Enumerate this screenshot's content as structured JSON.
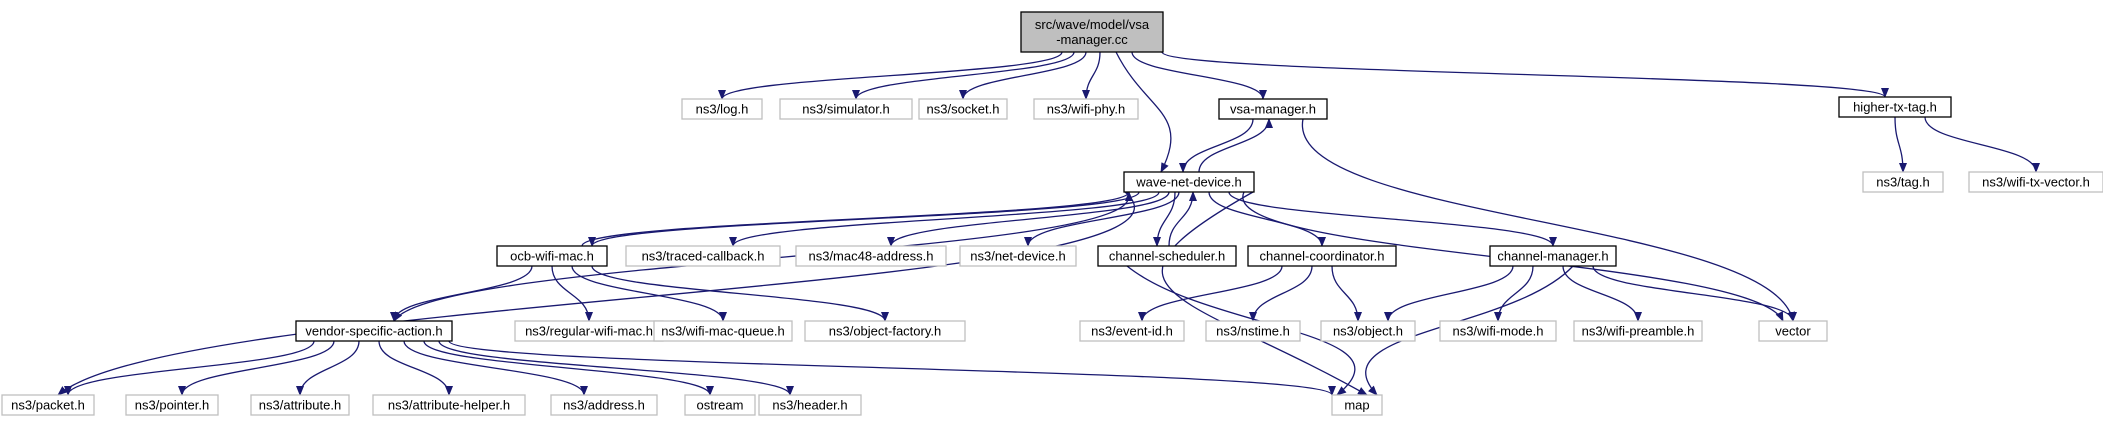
{
  "diagram": {
    "nodes": [
      {
        "id": "root",
        "lines": [
          "src/wave/model/vsa",
          "-manager.cc"
        ],
        "kind": "root"
      },
      {
        "id": "log",
        "lines": [
          "ns3/log.h"
        ],
        "kind": "external"
      },
      {
        "id": "simulator",
        "lines": [
          "ns3/simulator.h"
        ],
        "kind": "external"
      },
      {
        "id": "socket",
        "lines": [
          "ns3/socket.h"
        ],
        "kind": "external"
      },
      {
        "id": "wifiphy",
        "lines": [
          "ns3/wifi-phy.h"
        ],
        "kind": "external"
      },
      {
        "id": "vsamgr",
        "lines": [
          "vsa-manager.h"
        ],
        "kind": "local"
      },
      {
        "id": "highertx",
        "lines": [
          "higher-tx-tag.h"
        ],
        "kind": "local"
      },
      {
        "id": "tag",
        "lines": [
          "ns3/tag.h"
        ],
        "kind": "external"
      },
      {
        "id": "wifitxvec",
        "lines": [
          "ns3/wifi-tx-vector.h"
        ],
        "kind": "external"
      },
      {
        "id": "wavenet",
        "lines": [
          "wave-net-device.h"
        ],
        "kind": "local"
      },
      {
        "id": "ocb",
        "lines": [
          "ocb-wifi-mac.h"
        ],
        "kind": "local"
      },
      {
        "id": "traced",
        "lines": [
          "ns3/traced-callback.h"
        ],
        "kind": "external"
      },
      {
        "id": "mac48",
        "lines": [
          "ns3/mac48-address.h"
        ],
        "kind": "external"
      },
      {
        "id": "netdev",
        "lines": [
          "ns3/net-device.h"
        ],
        "kind": "external"
      },
      {
        "id": "chsched",
        "lines": [
          "channel-scheduler.h"
        ],
        "kind": "local"
      },
      {
        "id": "chcoord",
        "lines": [
          "channel-coordinator.h"
        ],
        "kind": "local"
      },
      {
        "id": "chmgr",
        "lines": [
          "channel-manager.h"
        ],
        "kind": "local"
      },
      {
        "id": "vendor",
        "lines": [
          "vendor-specific-action.h"
        ],
        "kind": "local"
      },
      {
        "id": "regmac",
        "lines": [
          "ns3/regular-wifi-mac.h"
        ],
        "kind": "external"
      },
      {
        "id": "macqueue",
        "lines": [
          "ns3/wifi-mac-queue.h"
        ],
        "kind": "external"
      },
      {
        "id": "objfactory",
        "lines": [
          "ns3/object-factory.h"
        ],
        "kind": "external"
      },
      {
        "id": "eventid",
        "lines": [
          "ns3/event-id.h"
        ],
        "kind": "external"
      },
      {
        "id": "nstime",
        "lines": [
          "ns3/nstime.h"
        ],
        "kind": "external"
      },
      {
        "id": "object",
        "lines": [
          "ns3/object.h"
        ],
        "kind": "external"
      },
      {
        "id": "wifimode",
        "lines": [
          "ns3/wifi-mode.h"
        ],
        "kind": "external"
      },
      {
        "id": "preamble",
        "lines": [
          "ns3/wifi-preamble.h"
        ],
        "kind": "external"
      },
      {
        "id": "vector",
        "lines": [
          "vector"
        ],
        "kind": "external"
      },
      {
        "id": "packet",
        "lines": [
          "ns3/packet.h"
        ],
        "kind": "external"
      },
      {
        "id": "pointer",
        "lines": [
          "ns3/pointer.h"
        ],
        "kind": "external"
      },
      {
        "id": "attribute",
        "lines": [
          "ns3/attribute.h"
        ],
        "kind": "external"
      },
      {
        "id": "attrhelper",
        "lines": [
          "ns3/attribute-helper.h"
        ],
        "kind": "external"
      },
      {
        "id": "address",
        "lines": [
          "ns3/address.h"
        ],
        "kind": "external"
      },
      {
        "id": "ostream",
        "lines": [
          "ostream"
        ],
        "kind": "external"
      },
      {
        "id": "header",
        "lines": [
          "ns3/header.h"
        ],
        "kind": "external"
      },
      {
        "id": "map",
        "lines": [
          "map"
        ],
        "kind": "external"
      }
    ],
    "edges": [
      {
        "from": "root",
        "to": "log"
      },
      {
        "from": "root",
        "to": "simulator"
      },
      {
        "from": "root",
        "to": "socket"
      },
      {
        "from": "root",
        "to": "wifiphy"
      },
      {
        "from": "root",
        "to": "wavenet"
      },
      {
        "from": "root",
        "to": "vsamgr"
      },
      {
        "from": "root",
        "to": "highertx"
      },
      {
        "from": "vsamgr",
        "to": "wavenet"
      },
      {
        "from": "vsamgr",
        "to": "vector"
      },
      {
        "from": "highertx",
        "to": "tag"
      },
      {
        "from": "highertx",
        "to": "wifitxvec"
      },
      {
        "from": "wavenet",
        "to": "vsamgr"
      },
      {
        "from": "wavenet",
        "to": "ocb"
      },
      {
        "from": "wavenet",
        "to": "traced"
      },
      {
        "from": "wavenet",
        "to": "mac48"
      },
      {
        "from": "wavenet",
        "to": "netdev"
      },
      {
        "from": "wavenet",
        "to": "chsched"
      },
      {
        "from": "wavenet",
        "to": "chcoord"
      },
      {
        "from": "wavenet",
        "to": "chmgr"
      },
      {
        "from": "wavenet",
        "to": "vendor"
      },
      {
        "from": "wavenet",
        "to": "packet"
      },
      {
        "from": "wavenet",
        "to": "vector"
      },
      {
        "from": "wavenet",
        "to": "map"
      },
      {
        "from": "ocb",
        "to": "wavenet"
      },
      {
        "from": "ocb",
        "to": "vendor"
      },
      {
        "from": "ocb",
        "to": "regmac"
      },
      {
        "from": "ocb",
        "to": "macqueue"
      },
      {
        "from": "ocb",
        "to": "objfactory"
      },
      {
        "from": "chsched",
        "to": "wavenet"
      },
      {
        "from": "chsched",
        "to": "map"
      },
      {
        "from": "chcoord",
        "to": "eventid"
      },
      {
        "from": "chcoord",
        "to": "nstime"
      },
      {
        "from": "chcoord",
        "to": "object"
      },
      {
        "from": "chmgr",
        "to": "object"
      },
      {
        "from": "chmgr",
        "to": "wifimode"
      },
      {
        "from": "chmgr",
        "to": "preamble"
      },
      {
        "from": "chmgr",
        "to": "vector"
      },
      {
        "from": "chmgr",
        "to": "map"
      },
      {
        "from": "vendor",
        "to": "packet"
      },
      {
        "from": "vendor",
        "to": "pointer"
      },
      {
        "from": "vendor",
        "to": "attribute"
      },
      {
        "from": "vendor",
        "to": "attrhelper"
      },
      {
        "from": "vendor",
        "to": "address"
      },
      {
        "from": "vendor",
        "to": "ostream"
      },
      {
        "from": "vendor",
        "to": "header"
      },
      {
        "from": "vendor",
        "to": "map"
      }
    ],
    "colors": {
      "edge": "#191970",
      "root_fill": "#bfbfbf",
      "root_border": "#000000",
      "local_border": "#000000",
      "external_border": "#bfbfbf",
      "fill": "#ffffff"
    }
  }
}
